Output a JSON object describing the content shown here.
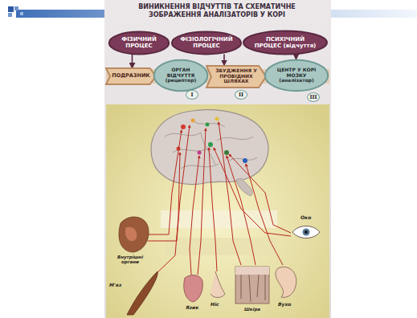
{
  "diagram": {
    "title": "ВИНИКНЕННЯ ВІДЧУТТІВ ТА СХЕМАТИЧНЕ ЗОБРАЖЕННЯ АНАЛІЗАТОРІВ У КОРІ",
    "nodes": [
      {
        "text": [
          "ФІЗИЧНИЙ ПРОЦЕС"
        ]
      },
      {
        "text": [
          "ФІЗІОЛОГІЧНИЙ ПРОЦЕС"
        ]
      },
      {
        "text": [
          "ПСИХІЧНИЙ ПРОЦЕС (відчуття)"
        ]
      },
      {
        "text": [
          "ПОДРАЗНИК"
        ]
      },
      {
        "text": [
          "ОРГАН ВІДЧУТТЯ (рецептор)"
        ]
      },
      {
        "text": [
          "ЗБУДЖЕННЯ У ПРОВІДНИХ ШЛЯХАХ"
        ]
      },
      {
        "text": [
          "ЦЕНТР У КОРІ МОЗКУ (аналізатор)"
        ]
      }
    ],
    "edges": [
      {
        "from": 0,
        "to": 3,
        "arrow": "to"
      },
      {
        "from": 1,
        "to": 5,
        "arrow": "to"
      },
      {
        "from": 2,
        "to": 6,
        "arrow": "to"
      }
    ],
    "labels": [
      "I",
      "II",
      "III",
      "Внутрішні органи",
      "М'яз",
      "Язик",
      "Ніс",
      "Шкіра",
      "Вухо",
      "Око"
    ]
  }
}
